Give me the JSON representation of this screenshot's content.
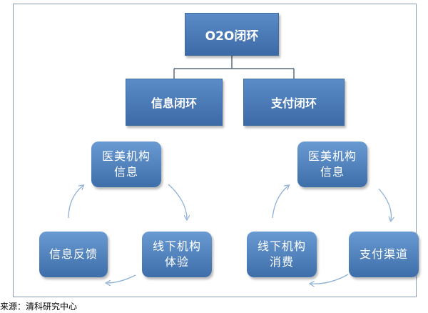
{
  "diagram": {
    "root": "O2O闭环",
    "branches": {
      "info": "信息闭环",
      "pay": "支付闭环"
    },
    "left_cycle": {
      "top": "医美机构\n信息",
      "right": "线下机构\n体验",
      "left": "信息反馈"
    },
    "right_cycle": {
      "top": "医美机构\n信息",
      "right": "支付渠道",
      "left": "线下机构\n消费"
    }
  },
  "source": "来源：清科研究中心",
  "colors": {
    "box_top": "#5b8cc8",
    "box_bottom": "#3c6aa6",
    "connector": "#5b6b7c",
    "arrow": "#8fb0d6"
  }
}
